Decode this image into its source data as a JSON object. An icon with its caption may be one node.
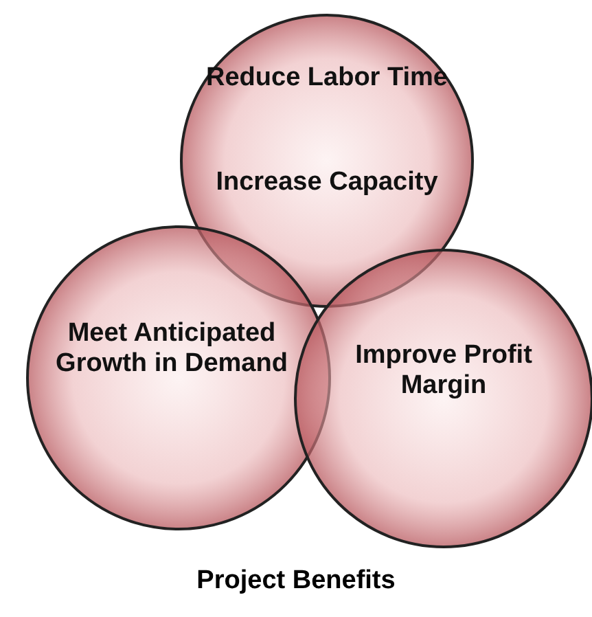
{
  "diagram": {
    "caption": "Project Benefits",
    "nodes": [
      {
        "text": [
          "Reduce Labor Time",
          "Increase Capacity"
        ]
      },
      {
        "text": [
          "Meet Anticipated Growth in Demand"
        ]
      },
      {
        "text": [
          "Improve Profit Margin"
        ]
      }
    ]
  }
}
